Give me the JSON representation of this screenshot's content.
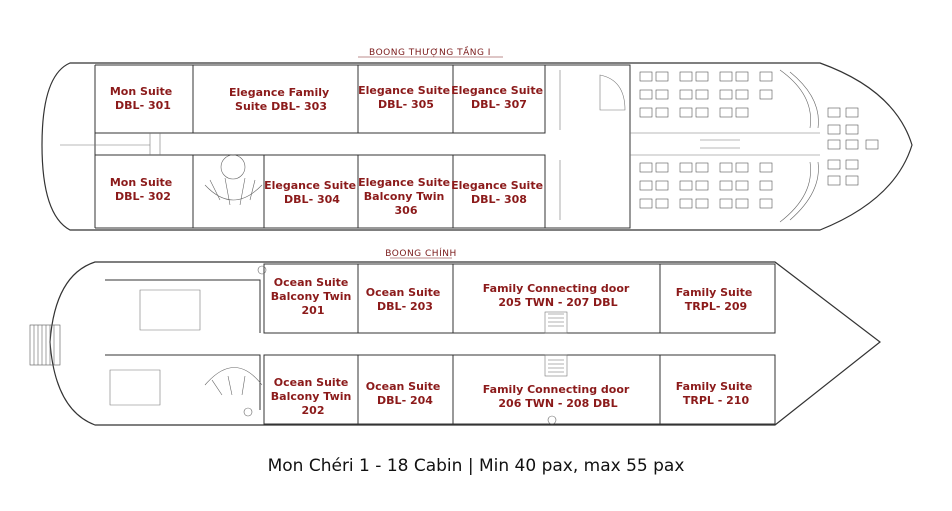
{
  "decks": {
    "upper": {
      "title": "BOONG THƯỢNG TẦNG I",
      "cabins": [
        {
          "id": "301",
          "lines": [
            "Mon Suite",
            "DBL- 301"
          ]
        },
        {
          "id": "303",
          "lines": [
            "Elegance Family",
            "Suite DBL- 303"
          ]
        },
        {
          "id": "305",
          "lines": [
            "Elegance Suite",
            "DBL- 305"
          ]
        },
        {
          "id": "307",
          "lines": [
            "Elegance Suite",
            "DBL- 307"
          ]
        },
        {
          "id": "302",
          "lines": [
            "Mon Suite",
            "DBL- 302"
          ]
        },
        {
          "id": "304",
          "lines": [
            "Elegance Suite",
            "DBL- 304"
          ]
        },
        {
          "id": "306",
          "lines": [
            "Elegance Suite",
            "Balcony Twin",
            "306"
          ]
        },
        {
          "id": "308",
          "lines": [
            "Elegance Suite",
            "DBL- 308"
          ]
        }
      ]
    },
    "main": {
      "title": "BOONG CHÍNH",
      "cabins": [
        {
          "id": "201",
          "lines": [
            "Ocean Suite",
            "Balcony Twin",
            "201"
          ]
        },
        {
          "id": "203",
          "lines": [
            "Ocean Suite",
            "DBL- 203"
          ]
        },
        {
          "id": "205-207",
          "lines": [
            "Family Connecting door",
            "205 TWN - 207 DBL"
          ]
        },
        {
          "id": "209",
          "lines": [
            "Family Suite",
            "TRPL- 209"
          ]
        },
        {
          "id": "202",
          "lines": [
            "Ocean Suite",
            "Balcony Twin",
            "202"
          ]
        },
        {
          "id": "204",
          "lines": [
            "Ocean Suite",
            "DBL- 204"
          ]
        },
        {
          "id": "206-208",
          "lines": [
            "Family Connecting door",
            "206 TWN - 208 DBL"
          ]
        },
        {
          "id": "210",
          "lines": [
            "Family Suite",
            "TRPL - 210"
          ]
        }
      ]
    }
  },
  "caption": "Mon Chéri 1  -  18 Cabin | Min 40 pax, max 55 pax",
  "colors": {
    "label": "#8b1a1a",
    "line": "#333333",
    "title": "#7a1a1a"
  }
}
